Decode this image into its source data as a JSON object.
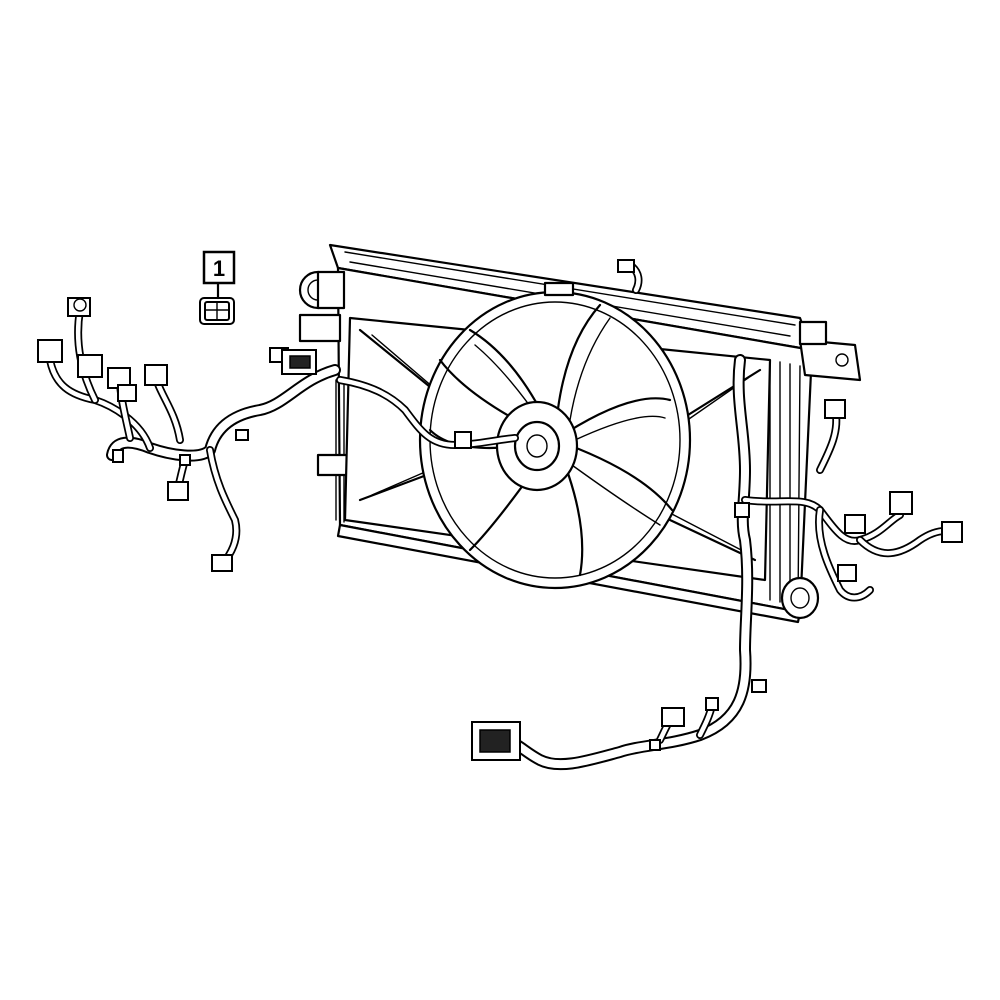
{
  "callouts": [
    {
      "label": "1",
      "part": "connector"
    }
  ],
  "components": [
    "radiator",
    "cooling-fan",
    "fan-shroud",
    "wiring-harness",
    "electrical-connectors"
  ]
}
